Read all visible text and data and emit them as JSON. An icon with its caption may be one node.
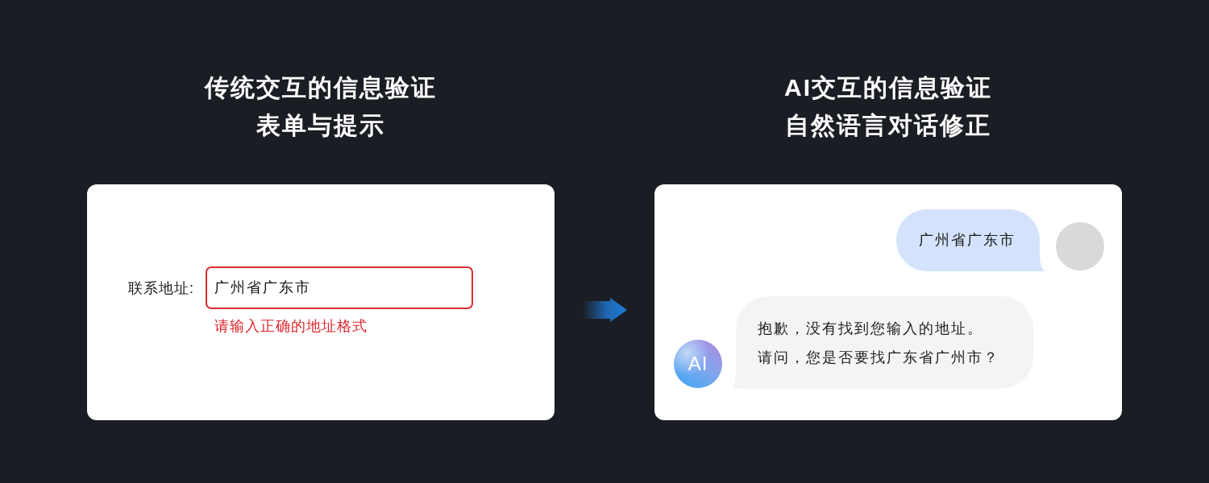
{
  "diagram": {
    "nodes": [
      {
        "text": [
          "传统交互的信息验证",
          "表单与提示"
        ]
      },
      {
        "text": [
          "广州省广东市"
        ],
        "in": 0,
        "beside": [
          "联系地址:",
          "请输入正确的地址格式"
        ]
      },
      {
        "text": [
          "AI交互的信息验证",
          "自然语言对话修正"
        ]
      },
      {
        "text": [
          "广州省广东市"
        ],
        "in": 2
      },
      {
        "text": [],
        "shape": "circle",
        "in": 2
      },
      {
        "text": [
          "AI"
        ],
        "in": 2
      },
      {
        "text": [
          "抱歉，没有找到您输入的地址。",
          "请问，您是否要找广东省广州市？"
        ],
        "in": 2
      }
    ],
    "edges": [
      {
        "from": 0,
        "to": 2,
        "arrow": "to"
      }
    ]
  }
}
